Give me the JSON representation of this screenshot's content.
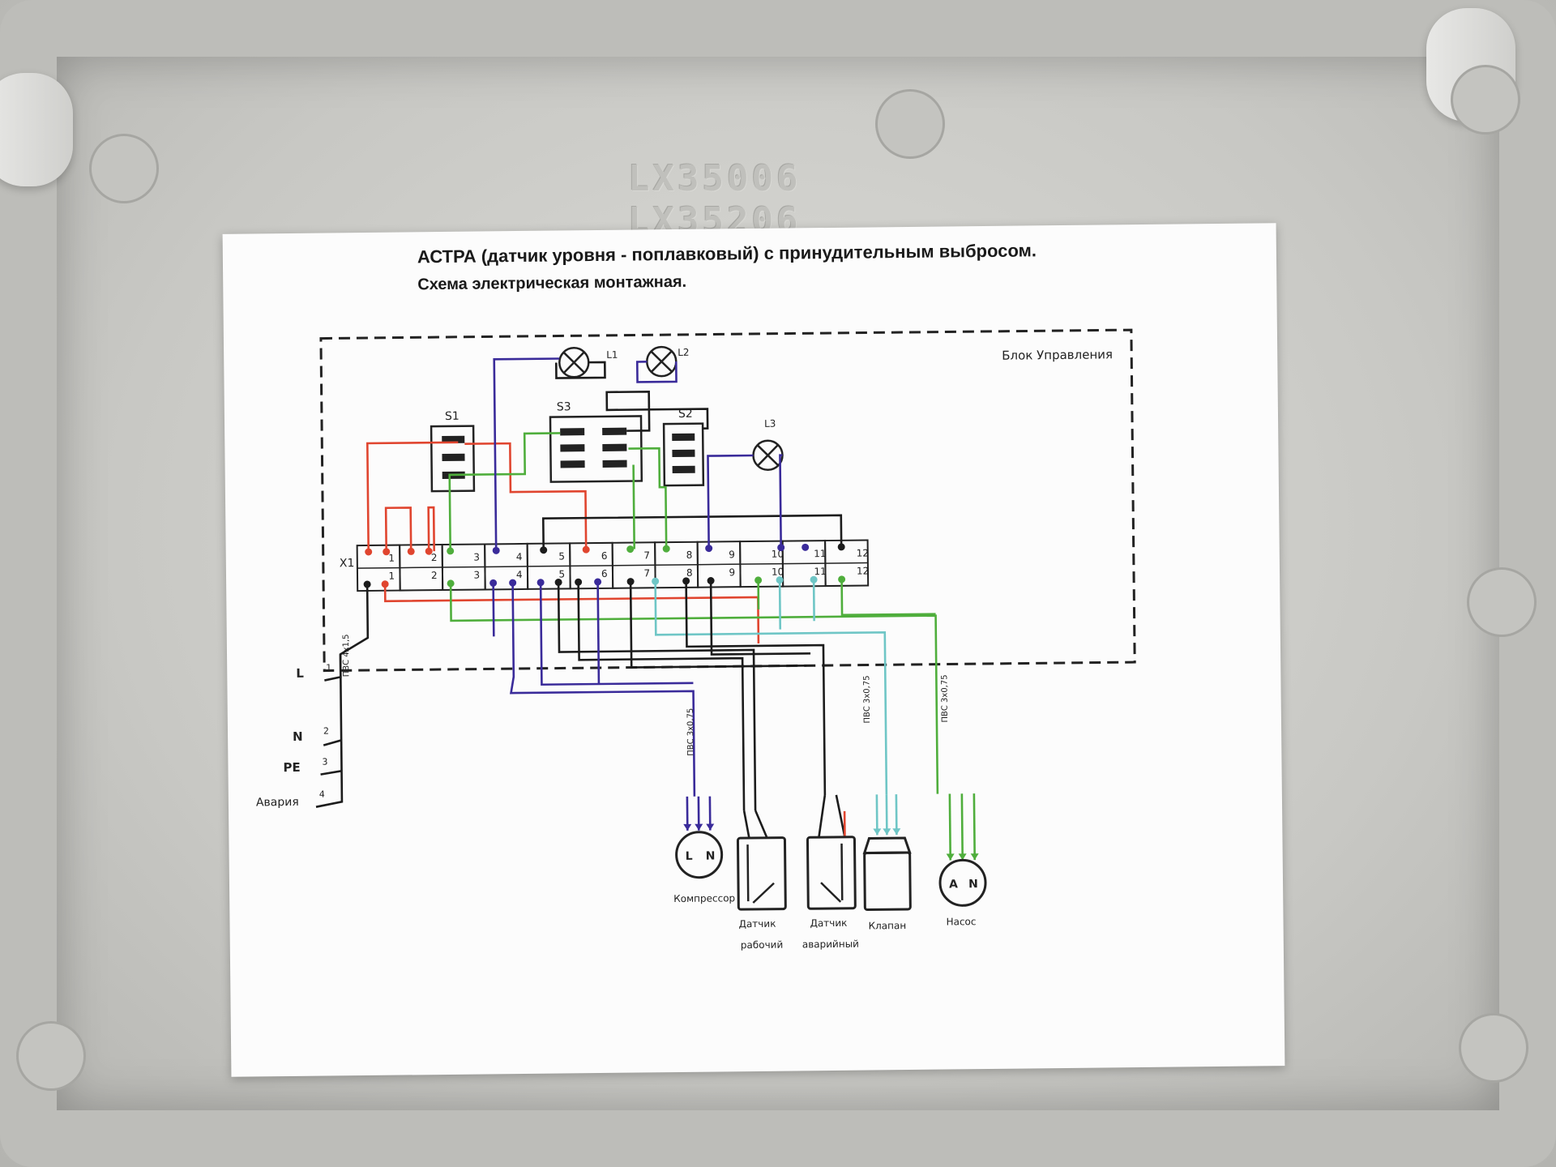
{
  "housing": {
    "embossed_lines": [
      "LX35006",
      "LX35206"
    ]
  },
  "sheet": {
    "title": "АСТРА (датчик уровня - поплавковый) с принудительным выбросом.",
    "subtitle": "Схема электрическая монтажная.",
    "control_unit_label": "Блок Управления",
    "terminal_block_label": "X1",
    "switches": [
      "S1",
      "S2",
      "S3"
    ],
    "lamps": [
      "L1",
      "L2",
      "L3"
    ],
    "terminal_numbers": [
      "1",
      "2",
      "3",
      "4",
      "5",
      "6",
      "7",
      "8",
      "9",
      "10",
      "11",
      "12"
    ],
    "power_inputs": [
      "L",
      "N",
      "PE",
      "Авария"
    ],
    "power_wire_numbers": [
      "1",
      "2",
      "3",
      "4"
    ],
    "power_cable": "ПВС 4х1,5",
    "cable_compressor": "ПВС 3х0,75",
    "cable_valve": "ПВС 3х0,75",
    "cable_pump": "ПВС 3х0,75",
    "devices": {
      "compressor": "Компрессор",
      "sensor_work_1": "Датчик",
      "sensor_work_2": "рабочий",
      "sensor_alarm_1": "Датчик",
      "sensor_alarm_2": "аварийный",
      "valve": "Клапан",
      "pump": "Насос"
    },
    "motor_letters": [
      "L",
      "N"
    ],
    "pump_letters": [
      "A",
      "N"
    ]
  },
  "colors": {
    "black": "#1c1c1c",
    "red": "#e0452f",
    "green": "#4fae3c",
    "blue": "#3a2b9a",
    "cyan": "#6fc6c6"
  }
}
